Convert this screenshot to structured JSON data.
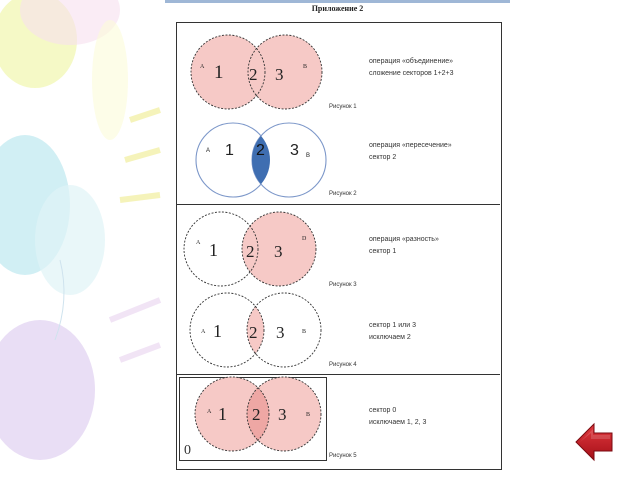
{
  "page": {
    "title": "Приложение 2"
  },
  "colors": {
    "fill": "#f6c9c6",
    "intersection": "#3f6eb1",
    "outline": "#333333",
    "outline_blue": "#7c97c9",
    "arrow": "#c0151f"
  },
  "figures": [
    {
      "caption": "Рисунок 1",
      "lines": [
        "операция «объединение»",
        "сложение секторов 1+2+3"
      ],
      "label_a": "А",
      "label_b": "В",
      "n1": "1",
      "n2": "2",
      "n3": "3"
    },
    {
      "caption": "Рисунок 2",
      "lines": [
        "операция «пересечение»",
        "сектор 2"
      ],
      "label_a": "А",
      "label_b": "В",
      "n1": "1",
      "n2": "2",
      "n3": "3"
    },
    {
      "caption": "Рисунок 3",
      "lines": [
        "операция «разность»",
        "сектор 1"
      ],
      "label_a": "А",
      "label_b": "D",
      "n1": "1",
      "n2": "2",
      "n3": "3"
    },
    {
      "caption": "Рисунок 4",
      "lines": [
        "сектор 1 или 3",
        "исключаем 2"
      ],
      "label_a": "А",
      "label_b": "В",
      "n1": "1",
      "n2": "2",
      "n3": "3"
    },
    {
      "caption": "Рисунок 5",
      "lines": [
        "сектор 0",
        "исключаем 1, 2, 3"
      ],
      "label_a": "А",
      "label_b": "В",
      "n1": "1",
      "n2": "2",
      "n3": "3",
      "zero": "0"
    }
  ],
  "nav": {
    "back_icon": "left-arrow-icon"
  }
}
